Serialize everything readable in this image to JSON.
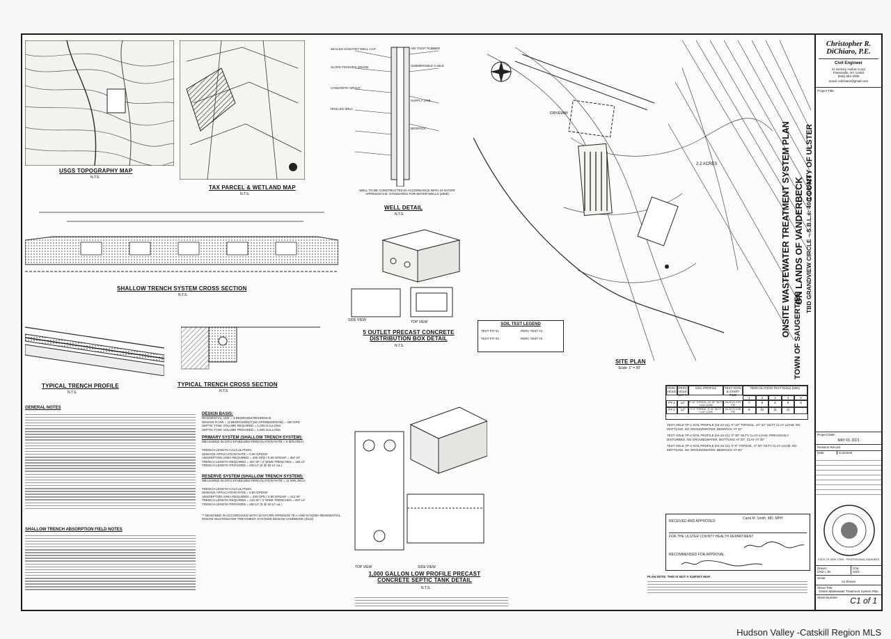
{
  "drawing": {
    "title_main": "ONSITE WASTEWATER TREATMENT SYSTEM PLAN",
    "title_lands": "ON LANDS OF VANDERBECK",
    "title_parcel": "TBD GRANDVIEW CIRCLE – S.B.L.#: 40.1-1-2.424",
    "title_town": "TOWN OF SAUGERTIES",
    "title_county": "COUNTY OF ULSTER"
  },
  "engineer": {
    "name_line1": "Christopher R.",
    "name_line2": "DiChiaro, P.E.",
    "discipline": "Civil Engineer",
    "address1": "41 Hickory Hollow Court",
    "address2": "Poleneville, NY 12463",
    "phone": "(845) 594-2086",
    "email": "email: cdichiaro@gmail.com"
  },
  "panels": {
    "usgs": {
      "label": "USGS TOPOGRAPHY MAP",
      "scale": "N.T.S."
    },
    "tax": {
      "label": "TAX PARCEL & WETLAND MAP",
      "scale": "N.T.S."
    },
    "well": {
      "label": "WELL DETAIL",
      "scale": "N.T.S.",
      "note": "WELL TO BE CONSTRUCTED IN ACCORDANCE WITH 10 NYCRR APPENDIX 5-B: STANDARDS FOR WATER WELLS (2005)"
    },
    "shallow": {
      "label": "SHALLOW TRENCH SYSTEM CROSS SECTION",
      "scale": "N.T.S."
    },
    "dbox": {
      "label": "5 OUTLET PRECAST CONCRETE DISTRIBUTION BOX DETAIL",
      "scale": "N.T.S.",
      "side": "SIDE VIEW",
      "top": "TOP VIEW"
    },
    "profile": {
      "label": "TYPICAL TRENCH PROFILE",
      "scale": "N.T.S."
    },
    "trench": {
      "label": "TYPICAL TRENCH CROSS SECTION",
      "scale": "N.T.S."
    },
    "site": {
      "label": "SITE PLAN",
      "scale": "Scale: 1\" = 30'",
      "acres": "2.2 ACRES",
      "driveway": "DRIVEWAY"
    },
    "tank": {
      "label": "1,000 GALLON LOW PROFILE PRECAST CONCRETE SEPTIC TANK DETAIL",
      "scale": "N.T.S.",
      "top": "TOP VIEW",
      "side": "SIDE VIEW"
    }
  },
  "soil_legend": {
    "title": "SOIL TEST LEGEND",
    "items": [
      "TEST PIT #1",
      "PERC TEST #1",
      "TEST PIT #2",
      "PERC TEST #2"
    ]
  },
  "notes": {
    "general_title": "GENERAL NOTES",
    "shallow_title": "SHALLOW TRENCH ABSORPTION FIELD NOTES",
    "design_title": "DESIGN BASIS:",
    "design_lines": [
      "RESIDENTIAL USE = 3 BEDROOM RESIDENCE",
      "DESIGN FLOW = (3 BEDROOMS)*(110 GPD/BEDROOM) = 330 GPD",
      "SEPTIC TANK VOLUME REQUIRED = 1,000 GALLONS",
      "SEPTIC TANK VOLUME PROVIDED = 1,000 GALLONS"
    ],
    "primary_title": "PRIMARY SYSTEM (SHALLOW TRENCH SYSTEM):",
    "primary_sub": "MEASURED IN-SITU STABILIZED PERCOLATION RATE = 8 MIN./INCH",
    "primary_lines": [
      "TRENCH LENGTH CALCULATION:",
      "SEWAGE APPLICATION RATE = 0.90 GPD/SF",
      "ABSORPTION AREA REQUIRED = 330 GPD / 0.90 GPD/SF = 367 SF",
      "TRENCH LENGTH REQUIRED = 367 SF / 2' WIDE TRENCHES = 184 LF",
      "TRENCH LENGTH PROVIDED = 200 LF (5 @ 50 LF ea.)"
    ],
    "reserve_title": "RESERVE SYSTEM (SHALLOW TRENCH SYSTEM):",
    "reserve_sub": "MEASURED IN-SITU STABILIZED PERCOLATION RATE = 11 MIN./INCH",
    "reserve_lines": [
      "TRENCH LENGTH CALCULATION:",
      "SEWAGE APPLICATION RATE = 0.80 GPD/SF",
      "ABSORPTION AREA REQUIRED = 330 GPD / 0.80 GPD/SF = 413 SF",
      "TRENCH LENGTH REQUIRED = 413 SF / 2' WIDE TRENCHES = 207 LF",
      "TRENCH LENGTH PROVIDED = 250 LF (5 @ 50 LF ea.)"
    ],
    "design_footer": "** DESIGNED IN ACCORDANCE WITH 10 NYCRR APPENDIX 75-A AND NYSDOH RESIDENTIAL ONSITE WASTEWATER TREATMENT SYSTEMS DESIGN HANDBOOK (2012)",
    "map_note_title": "PLAN NOTE: THIS IS NOT A SURVEY MAP."
  },
  "soil_table": {
    "headers": [
      "PERC HOLE",
      "PERC HOLE DEPTH",
      "SOIL PROFILE",
      "TEST DATE & START TIME",
      "PERCOLATION TEST RUNS (MIN)"
    ],
    "runs": [
      "1",
      "2",
      "3",
      "4",
      "5"
    ],
    "rows": [
      {
        "hole": "PT-1",
        "depth": "12\"",
        "profile": "0\"-10\" TOPSOIL, 10\"-32\" SILTY CLAY LOAM",
        "date": "04-22-21 2:00 PM",
        "runs": [
          "7",
          "8",
          "8",
          "8",
          "8"
        ]
      },
      {
        "hole": "PT-2",
        "depth": "12\"",
        "profile": "0\"-9\" TOPSOIL, 9\"-31\" SILTY CLAY LOAM",
        "date": "04-22-21 2:30 PM",
        "runs": [
          "9",
          "10",
          "11",
          "11",
          ""
        ]
      }
    ],
    "holes": [
      "TEST HOLE TP-1 SOIL PROFILE (04-22-21): 0\"-10\" TOPSOIL, 10\"-32\" SILTY CLAY LOAM. NO MOTTLING, NO GROUNDWATER, BEDROCK AT 32\"",
      "TEST HOLE TP-2 SOIL PROFILE (04-22-21): 0\"-30\" SILTY CLAY LOAM, PREVIOUSLY DISTURBED. NO GROUNDWATER, MOTTLING AT 30\", CLAY AT 30\"",
      "TEST HOLE TP-3 SOIL PROFILE (04-22-21): 0\"-8\" TOPSOIL, 8\"-30\" SILTY CLAY LOAM. NO MOTTLING, NO GROUNDWATER, BEDROCK AT 30\""
    ]
  },
  "approval": {
    "received": "RECEIVED AND APPROVED:",
    "for_dept": "FOR THE ULSTER COUNTY HEALTH DEPARTMENT",
    "recommended": "RECOMMENDED FOR APPROVAL",
    "commissioner": "Carol M. Smith, MD, MPH"
  },
  "titleblock": {
    "project_title_label": "Project Title:",
    "date_label": "Project Date:",
    "date": "MAY 03, 2021",
    "revision_label": "Revision Record",
    "rev_cols": [
      "Date",
      "Comment"
    ],
    "drawn_label": "Drawn:",
    "drawn": "CRD / JN",
    "checked_label": "Chk:",
    "checked": "CRD",
    "scale_label": "Scale:",
    "scale": "As Shown",
    "sheet_title_label": "Sheet Title:",
    "sheet_title": "Onsite Wastewater Treatment System Plan",
    "sheet_number_label": "Sheet Number:",
    "sheet_number": "C1 of 1",
    "seal_text": "STATE OF NEW YORK · PROFESSIONAL ENGINEER"
  },
  "watermark": "Hudson Valley -Catskill Region MLS"
}
